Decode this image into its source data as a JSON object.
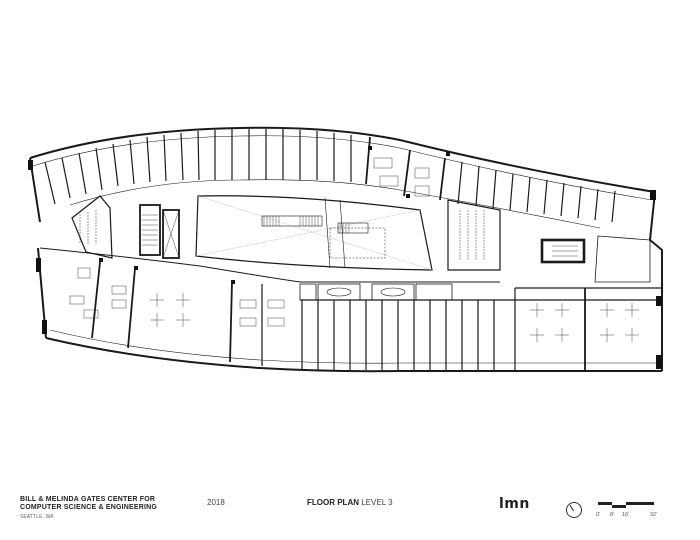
{
  "drawing": {
    "type": "architectural floor plan",
    "building_outline": "curved elongated office floor with central atrium",
    "colors": {
      "line": "#1a1a1a",
      "wall_fill": "#111111",
      "light_line": "#999999",
      "background": "#ffffff"
    },
    "features": [
      "perimeter private offices along north curve",
      "perimeter private offices along south edge",
      "central open atrium with stairs",
      "lecture/classroom rooms (2)",
      "elevator and stair cores",
      "open collaboration workstations",
      "conference rooms with oval tables"
    ]
  },
  "titleblock": {
    "project_line1": "BILL & MELINDA GATES CENTER FOR",
    "project_line2": "COMPUTER SCIENCE & ENGINEERING",
    "location": "SEATTLE, WA",
    "year": "2018",
    "sheet_bold": "FLOOR PLAN",
    "sheet_level": "LEVEL 3",
    "firm_logo": "lmn",
    "north_arrow": "north-arrow-icon",
    "scale_labels": [
      "0'",
      "8'",
      "16'",
      "32'"
    ]
  }
}
